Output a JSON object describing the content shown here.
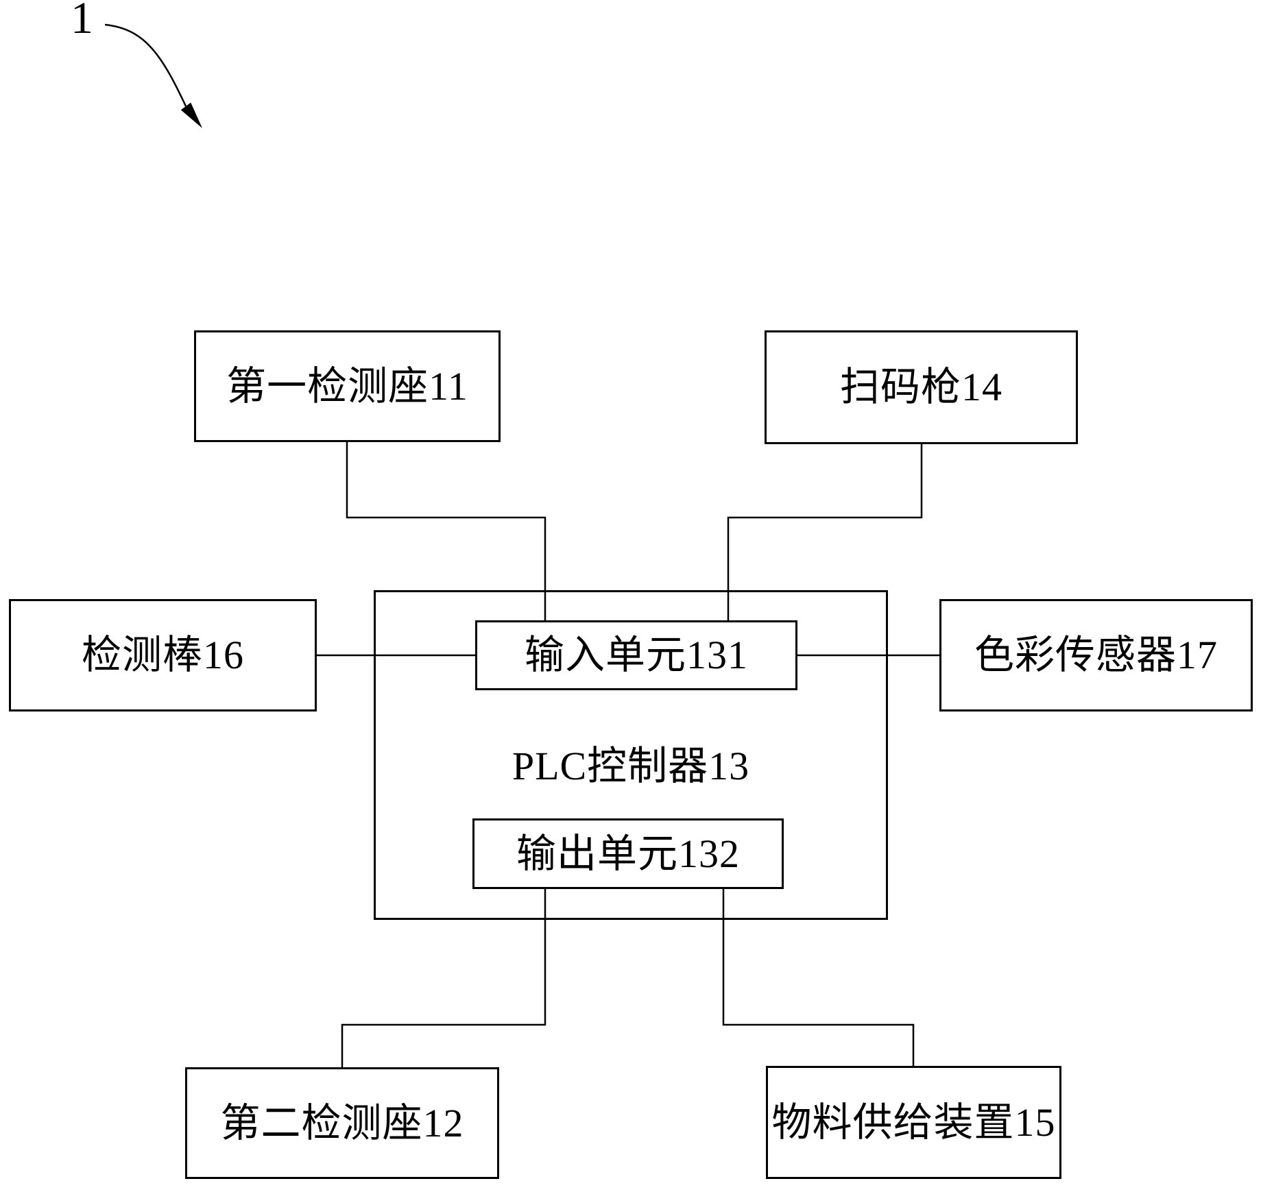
{
  "figure": {
    "reference_label": "1"
  },
  "diagram": {
    "blocks": {
      "first_detection_seat": {
        "label": "第一检测座11"
      },
      "scanner_gun": {
        "label": "扫码枪14"
      },
      "detection_rod": {
        "label": "检测棒16"
      },
      "color_sensor": {
        "label": "色彩传感器17"
      },
      "plc_controller": {
        "label": "PLC控制器13"
      },
      "input_unit": {
        "label": "输入单元131"
      },
      "output_unit": {
        "label": "输出单元132"
      },
      "second_detection_seat": {
        "label": "第二检测座12"
      },
      "material_supply_device": {
        "label": "物料供给装置15"
      }
    }
  }
}
